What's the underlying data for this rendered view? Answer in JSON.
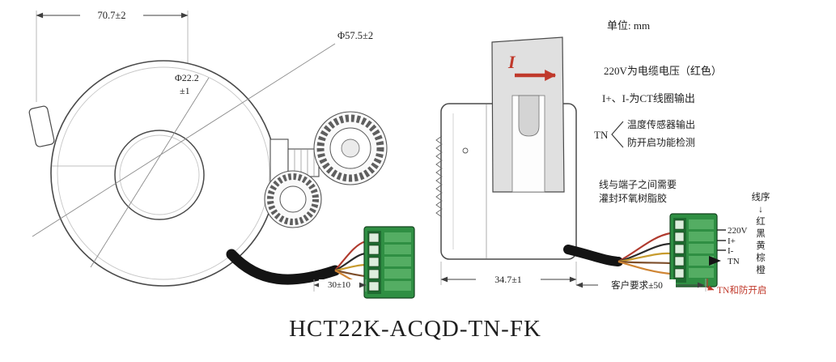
{
  "title": "HCT22K-ACQD-TN-FK",
  "units_note": "单位: mm",
  "left_view": {
    "dim_width": "70.7±2",
    "dim_outer_dia": "Φ57.5±2",
    "dim_inner_dia": "Φ22.2",
    "dim_inner_dia_tol": "±1",
    "dim_cable_length": "30±10"
  },
  "right_view": {
    "current_symbol": "I",
    "dim_depth": "34.7±1",
    "dim_cable_length": "客户要求±50"
  },
  "annotations": {
    "voltage_note": "220V为电缆电压（红色）",
    "ct_output_note": "I+、I-为CT线圈输出",
    "tn_label": "TN",
    "tn_note_line1": "温度传感器输出",
    "tn_note_line2": "防开启功能检测",
    "potting_note_line1": "线与端子之间需要",
    "potting_note_line2": "灌封环氧树脂胶",
    "tn_callout": "TN和防开启"
  },
  "wires": {
    "labels": [
      "220V",
      "I+",
      "I-",
      "TN"
    ],
    "order_header": "线序",
    "order_arrow": "↓",
    "order_colors": [
      "红",
      "黑",
      "黄",
      "棕",
      "橙"
    ]
  },
  "colors": {
    "drawing_line": "#4a4a4a",
    "accent_red": "#c0392b",
    "connector_green": "#2f8f43",
    "wire_red": "#b03a2e",
    "wire_black": "#2b2b2b",
    "wire_yellow": "#c79b2e",
    "wire_brown": "#7d4e2a",
    "wire_orange": "#cf8534"
  }
}
